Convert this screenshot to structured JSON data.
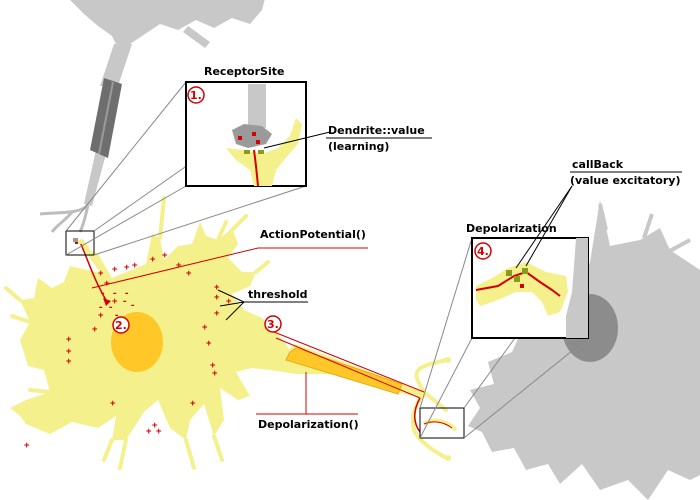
{
  "colors": {
    "cell_yellow": "#f4f08c",
    "nucleus_orange": "#ffc828",
    "neuron_gray": "#c8c8c8",
    "nucleus_gray": "#8c8c8c",
    "signal_red": "#d40000",
    "gray_dark": "#6e6e6e",
    "olive": "#8a9a1a"
  },
  "labels": {
    "receptor_site": "ReceptorSite",
    "dendrite_value": "Dendrite::value",
    "learning": "(learning)",
    "action_potential": "ActionPotential()",
    "threshold": "threshold",
    "depolarization_bottom": "Depolarization()",
    "depolarization_top": "Depolarization",
    "callback": "callBack",
    "value_excitatory": "(value excitatory)"
  },
  "steps": [
    "1.",
    "2.",
    "3.",
    "4."
  ],
  "symbols": {
    "plus": "+",
    "minus": "-"
  }
}
